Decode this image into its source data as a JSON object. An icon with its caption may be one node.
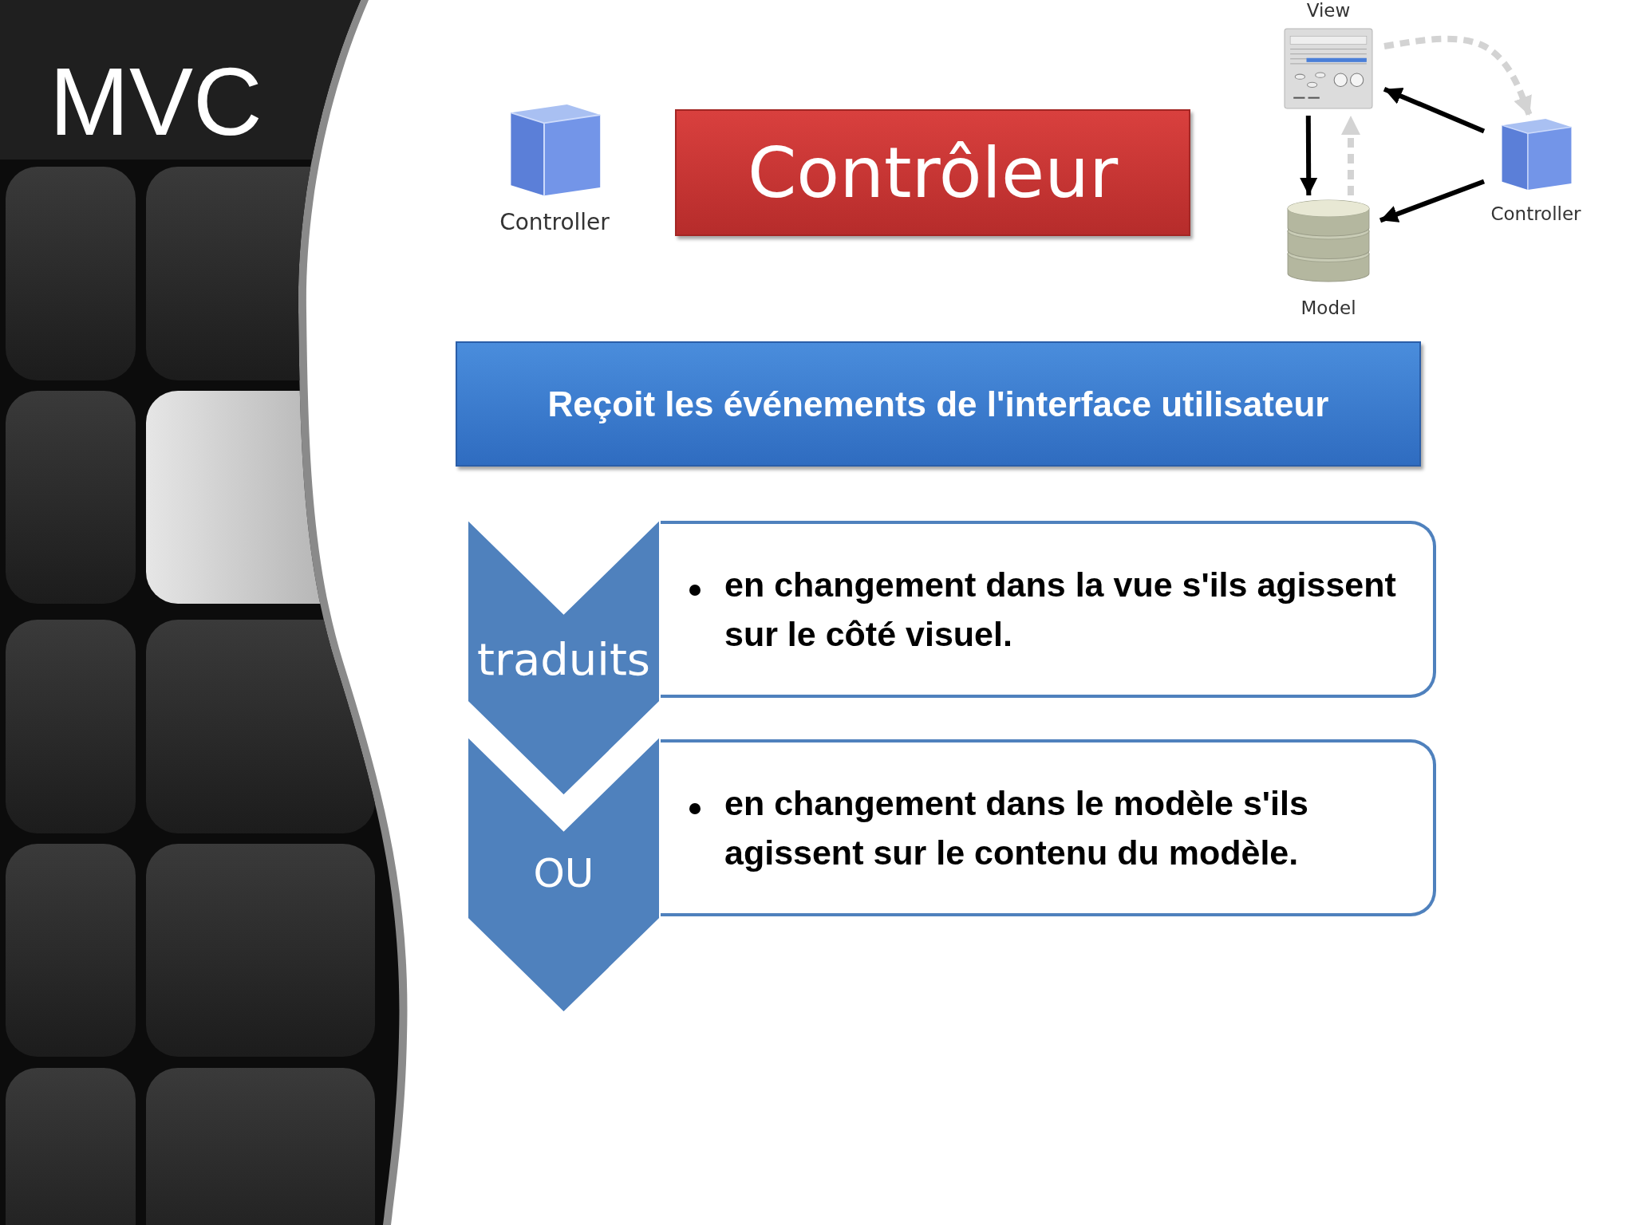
{
  "diagram": {
    "title": "MVC",
    "nodes": [
      {
        "text": [
          "Controller"
        ]
      },
      {
        "text": [
          "Contrôleur"
        ]
      },
      {
        "text": [
          "View"
        ]
      },
      {
        "text": [
          "Model"
        ]
      },
      {
        "text": [
          "Controller"
        ]
      },
      {
        "text": [
          "Reçoit les événements de l'interface utilisateur"
        ]
      },
      {
        "text": [
          "traduits"
        ]
      },
      {
        "text": [
          "en changement dans la vue s'ils agissent sur le côté visuel."
        ]
      },
      {
        "text": [
          "OU"
        ]
      },
      {
        "text": [
          "en changement dans le modèle s'ils agissent sur le contenu du modèle."
        ]
      }
    ],
    "edges": [
      {
        "from": 2,
        "to": 4,
        "arrow": "to",
        "style": "dashed",
        "color": "#d3d3d3"
      },
      {
        "from": 4,
        "to": 2,
        "arrow": "to"
      },
      {
        "from": 2,
        "to": 3,
        "arrow": "to"
      },
      {
        "from": 3,
        "to": 2,
        "arrow": "to",
        "style": "dashed",
        "color": "#d3d3d3"
      },
      {
        "from": 4,
        "to": 3,
        "arrow": "to"
      }
    ]
  }
}
